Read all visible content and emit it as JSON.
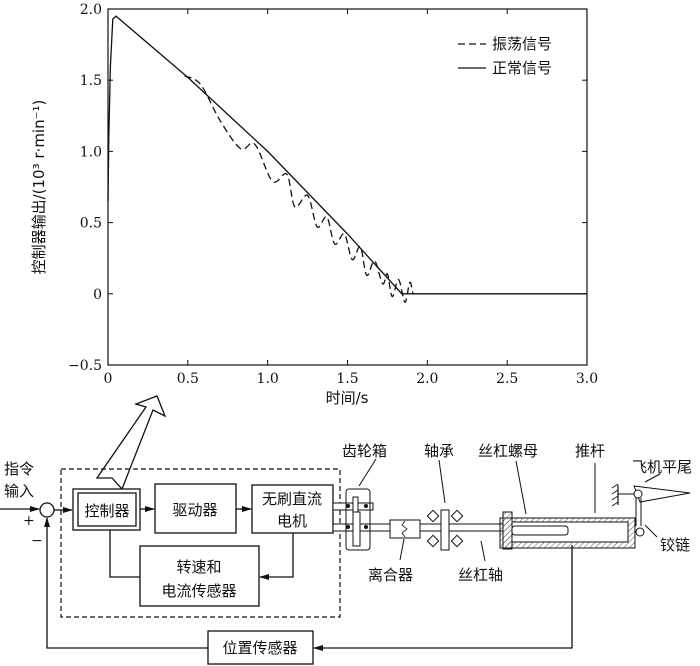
{
  "chart_data": {
    "type": "line",
    "xlabel": "时间/s",
    "ylabel": "控制器输出/(10³ r·min⁻¹)",
    "xlim": [
      0,
      3.0
    ],
    "ylim": [
      -0.5,
      2.0
    ],
    "xticks": [
      "0",
      "0.5",
      "1.0",
      "1.5",
      "2.0",
      "2.5",
      "3.0"
    ],
    "xtick_values": [
      0,
      0.5,
      1.0,
      1.5,
      2.0,
      2.5,
      3.0
    ],
    "yticks": [
      "2.0",
      "1.5",
      "1.0",
      "0.5",
      "0",
      "−0.5"
    ],
    "ytick_values": [
      2.0,
      1.5,
      1.0,
      0.5,
      0,
      -0.5
    ],
    "legend_position": "top-right",
    "series": [
      {
        "name": "振荡信号",
        "style": "dashed",
        "x": [
          0.48,
          0.58,
          0.7,
          0.83,
          0.92,
          1.03,
          1.12,
          1.17,
          1.25,
          1.31,
          1.37,
          1.42,
          1.48,
          1.53,
          1.58,
          1.62,
          1.67,
          1.72,
          1.75,
          1.78,
          1.82,
          1.86,
          1.89,
          1.91
        ],
        "y": [
          1.53,
          1.47,
          1.22,
          1.02,
          1.05,
          0.79,
          0.84,
          0.61,
          0.69,
          0.47,
          0.54,
          0.35,
          0.42,
          0.24,
          0.33,
          0.13,
          0.23,
          0.07,
          0.14,
          -0.02,
          0.1,
          -0.06,
          0.08,
          0.0
        ]
      },
      {
        "name": "正常信号",
        "style": "solid",
        "x": [
          0,
          0.005,
          0.015,
          0.03,
          0.05,
          0.5,
          1.0,
          1.5,
          1.84,
          3.0
        ],
        "y": [
          0.65,
          1.1,
          1.6,
          1.93,
          1.95,
          1.52,
          1.0,
          0.42,
          0.0,
          0.0
        ]
      }
    ]
  },
  "diagram": {
    "input_label_1": "指令",
    "input_label_2": "输入",
    "plus": "+",
    "minus": "−",
    "controller": "控制器",
    "driver": "驱动器",
    "motor_1": "无刷直流",
    "motor_2": "电机",
    "sensor_1": "转速和",
    "sensor_2": "电流传感器",
    "position_sensor": "位置传感器",
    "gearbox": "齿轮箱",
    "bearing": "轴承",
    "screw_nut": "丝杠螺母",
    "push_rod": "推杆",
    "tailplane": "飞机平尾",
    "hinge": "铰链",
    "clutch": "离合器",
    "screw_shaft": "丝杠轴"
  }
}
